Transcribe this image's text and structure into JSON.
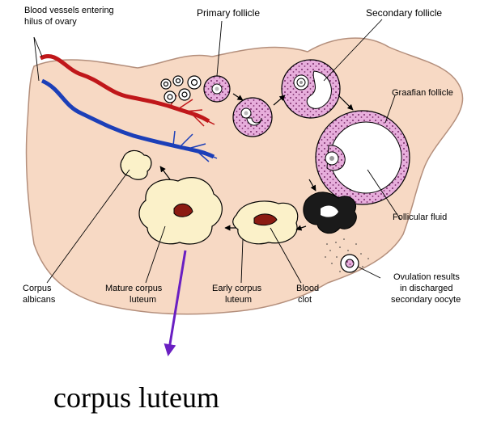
{
  "labels": {
    "blood_vessels": [
      "Blood vessels entering",
      "hilus of ovary"
    ],
    "primary_follicle": "Primary follicle",
    "secondary_follicle": "Secondary follicle",
    "graafian_follicle": "Graafian follicle",
    "follicular_fluid": "Follicular fluid",
    "ovulation": [
      "Ovulation results",
      "in discharged",
      "secondary oocyte"
    ],
    "blood_clot": [
      "Blood",
      "clot"
    ],
    "early_corpus_luteum": [
      "Early corpus",
      "luteum"
    ],
    "mature_corpus_luteum": [
      "Mature corpus",
      "luteum"
    ],
    "corpus_albicans": [
      "Corpus",
      "albicans"
    ]
  },
  "caption": "corpus luteum",
  "colors": {
    "ovary": "#f7d9c4",
    "follicle": "#e3a6d8",
    "artery": "#c0171a",
    "vein": "#1c3fb8",
    "caption_arrow": "#6a1fc2"
  }
}
